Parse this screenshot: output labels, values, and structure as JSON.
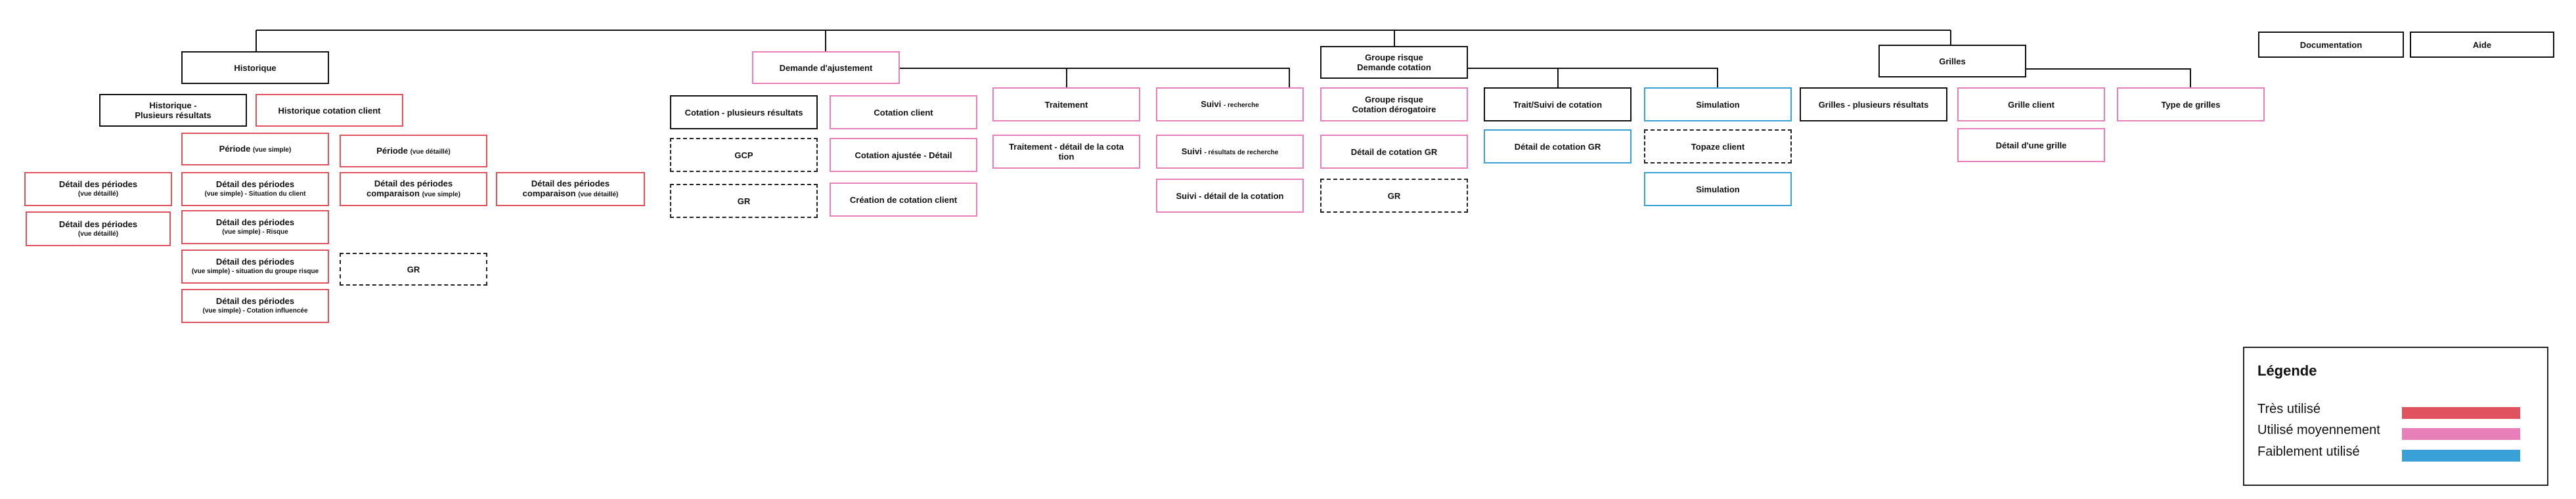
{
  "colors": {
    "tres_utilise": "#e0525e",
    "moyennement": "#e97fb8",
    "faiblement": "#3aa0d8",
    "line": "#111111"
  },
  "nodes": {
    "historique": "Historique",
    "historique_plusieurs_l1": "Historique -",
    "historique_plusieurs_l2": "Plusieurs résultats",
    "historique_cotation_client": "Historique cotation client",
    "detail_periodes_a": "Détail des périodes",
    "detail_periodes_a_sub": "(vue détaillé)",
    "detail_periodes_b": "Détail des périodes",
    "detail_periodes_b_sub": "(vue détaillé)",
    "periode_simple": "Période",
    "periode_simple_sub": "(vue simple)",
    "periode_detaille": "Période",
    "periode_detaille_sub": "(vue détaillé)",
    "dp_situation_client": "Détail des périodes",
    "dp_situation_client_sub": "(vue simple) - Situation du client",
    "dp_risque": "Détail des périodes",
    "dp_risque_sub": "(vue simple) - Risque",
    "dp_groupe_risque": "Détail des périodes",
    "dp_groupe_risque_sub": "(vue simple) - situation du groupe risque",
    "dp_cotation_influencee": "Détail des périodes",
    "dp_cotation_influencee_sub": "(vue simple) - Cotation influencée",
    "dp_comparaison_simple": "Détail des périodes",
    "dp_comparaison_simple_l2": "comparaison",
    "dp_comparaison_simple_sub": "(vue simple)",
    "dp_comparaison_detaille": "Détail des périodes",
    "dp_comparaison_detaille_l2": "comparaison",
    "dp_comparaison_detaille_sub": "(vue détaillé)",
    "gr_hist": "GR",
    "demande_ajustement": "Demande d'ajustement",
    "cotation_plusieurs": "Cotation - plusieurs résultats",
    "gcp": "GCP",
    "gr_cot": "GR",
    "cotation_client": "Cotation client",
    "cotation_ajustee": "Cotation ajustée - Détail",
    "creation_cotation": "Création de cotation client",
    "traitement": "Traitement",
    "traitement_detail_l1": "Traitement - détail de la cota",
    "traitement_detail_l2": "tion",
    "suivi": "Suivi",
    "suivi_sub": "- recherche",
    "suivi_resultats": "Suivi",
    "suivi_resultats_sub": "- résultats de recherche",
    "suivi_detail": "Suivi - détail de la cotation",
    "groupe_risque_l1": "Groupe risque",
    "groupe_risque_l2": "Demande cotation",
    "gr_cotation_derog_l1": "Groupe risque",
    "gr_cotation_derog_l2": "Cotation dérogatoire",
    "detail_cotation_gr": "Détail de cotation GR",
    "gr_groupe": "GR",
    "trait_suivi": "Trait/Suivi de cotation",
    "detail_cotation_gr_blue": "Détail de cotation GR",
    "simulation": "Simulation",
    "topaze_client": "Topaze client",
    "simulation_2": "Simulation",
    "grilles": "Grilles",
    "grilles_plusieurs": "Grilles - plusieurs résultats",
    "grille_client": "Grille client",
    "detail_grille": "Détail d'une grille",
    "type_grilles": "Type de grilles",
    "documentation": "Documentation",
    "aide": "Aide"
  },
  "legend": {
    "title": "Légende",
    "items": [
      "Très utilisé",
      "Utilisé moyennement",
      "Faiblement utilisé"
    ]
  }
}
